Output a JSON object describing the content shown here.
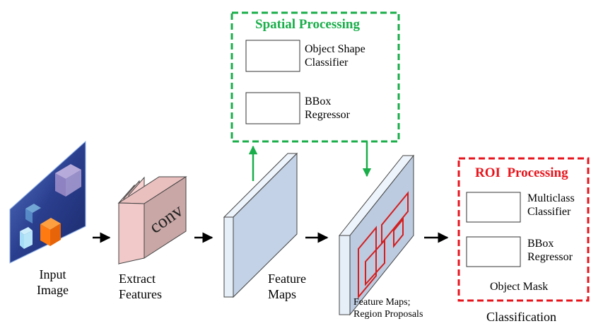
{
  "spatial": {
    "title": "Spatial Processing",
    "items": [
      {
        "label": "Object Shape Classifier",
        "line1": "Object Shape",
        "line2": "Classifier"
      },
      {
        "label": "BBox Regressor",
        "line1": "BBox",
        "line2": "Regressor"
      }
    ],
    "color": "#1aae4a"
  },
  "roi": {
    "title": "ROI  Processing",
    "items": [
      {
        "label": "Multiclass Classifier",
        "line1": "Multiclass",
        "line2": "Classifier"
      },
      {
        "label": "BBox Regressor",
        "line1": "BBox",
        "line2": "Regressor"
      }
    ],
    "footer": "Object Mask",
    "color": "#e8141c"
  },
  "stages": {
    "input": {
      "line1": "Input",
      "line2": "Image"
    },
    "extract": {
      "line1": "Extract",
      "line2": "Features",
      "conv_text": "conv"
    },
    "feature": {
      "line1": "Feature",
      "line2": "Maps"
    },
    "proposals": {
      "line1": "Feature Maps;",
      "line2": "Region Proposals"
    },
    "classification": "Classification"
  }
}
